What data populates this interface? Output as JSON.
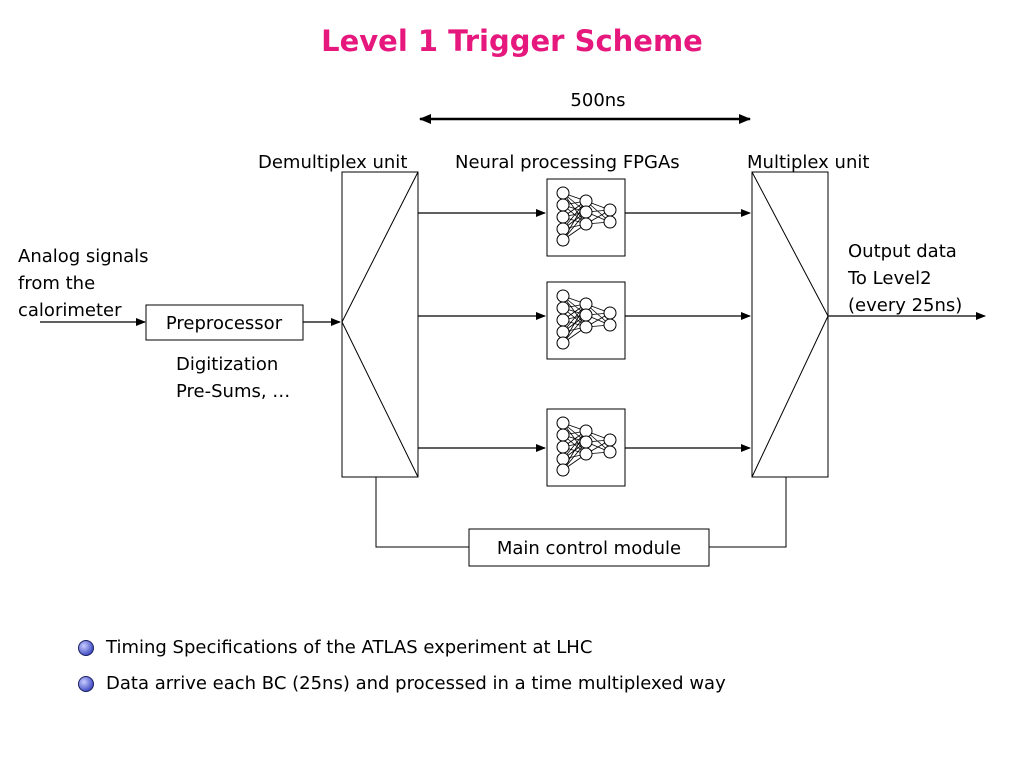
{
  "title": "Level 1 Trigger Scheme",
  "timing_label": "500ns",
  "labels": {
    "demux": "Demultiplex unit",
    "neural": "Neural processing FPGAs",
    "mux": "Multiplex unit",
    "input": [
      "Analog signals",
      "from the",
      "calorimeter"
    ],
    "preprocessor": "Preprocessor",
    "prep_desc": [
      "Digitization",
      "Pre-Sums, …"
    ],
    "output": [
      "Output data",
      "To Level2",
      "(every 25ns)"
    ],
    "control": "Main control module"
  },
  "bullets": [
    "Timing Specifications of the ATLAS experiment at LHC",
    "Data arrive each BC (25ns) and processed in a time multiplexed way"
  ],
  "colors": {
    "title": "#e6177d",
    "bullet": "#4a55c8"
  }
}
